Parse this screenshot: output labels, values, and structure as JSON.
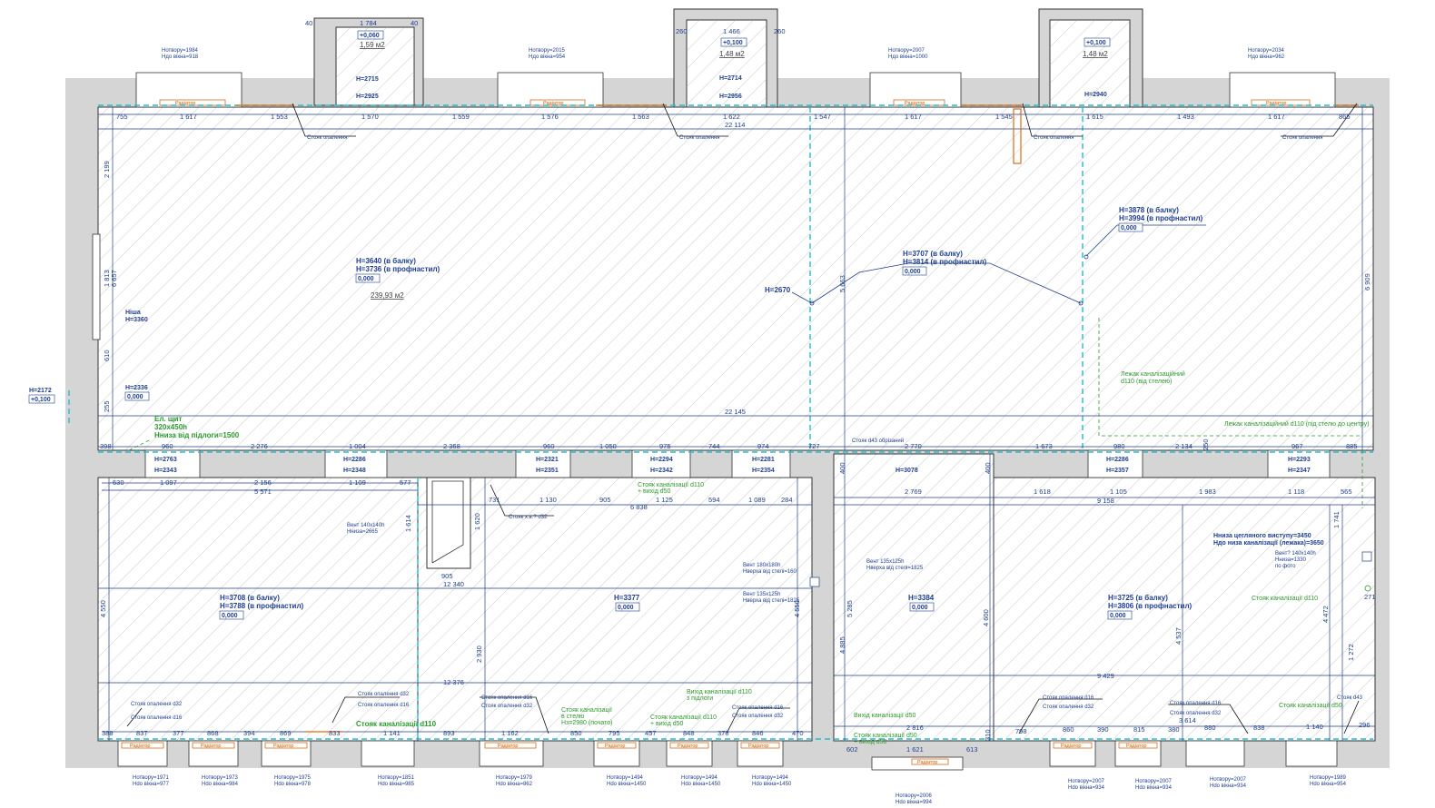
{
  "colors": {
    "wall": "#d4d4d4",
    "hatch": "#9a9a9a",
    "dimension": "#1f3f8f",
    "cyan": "#20c0d0",
    "orange": "#e06a10",
    "green": "#2c9a2c"
  },
  "top_rooms": {
    "room1": {
      "dim": "1 784",
      "side": "40",
      "level": "+0,060",
      "area": "1,59 м2",
      "h1": "H=2715",
      "h2": "H=2925"
    },
    "room2": {
      "dim": "1 466",
      "side": "260",
      "level": "+0,100",
      "area": "1,48 м2",
      "h1": "H=2714",
      "h2": "H=2956"
    },
    "room3": {
      "level": "+0,100",
      "area": "1,48 м2",
      "h1": "H=2940"
    }
  },
  "top_windows": [
    {
      "line1": "Нотвору=1984",
      "line2": "Ндо вікна=918"
    },
    {
      "line1": "Нотвору=2015",
      "line2": "Ндо вікна=954"
    },
    {
      "line1": "Нотвору=2007",
      "line2": "Ндо вікна=1000"
    },
    {
      "line1": "Нотвору=2034",
      "line2": "Ндо вікна=962"
    }
  ],
  "radiator_label": "Радіатор",
  "riser_heating": "Стояк опалення",
  "top_dims": [
    "755",
    "1 617",
    "1 553",
    "1 570",
    "1 559",
    "1 576",
    "1 563",
    "1 622",
    "1 547",
    "1 617",
    "1 545",
    "1 615",
    "1 493",
    "1 617",
    "865"
  ],
  "total_top": "22 114",
  "total_mid": "22 145",
  "left_dims": [
    "2 199",
    "1 813",
    "6 657",
    "610",
    "255"
  ],
  "right_dim": "6 909",
  "niche": {
    "l1": "Ніша",
    "l2": "H=3360"
  },
  "entrance": {
    "h": "H=2172",
    "level": "+0,100"
  },
  "left_h": {
    "h": "H=2336",
    "level": "0,000"
  },
  "main_hall": {
    "h1": "H=3640 (в балку)",
    "h2": "H=3736 (в профнастил)",
    "level": "0,000",
    "area": "239,93 м2"
  },
  "center_h": {
    "h1": "H=3707 (в балку)",
    "h2": "H=3814 (в профнастил)",
    "level": "0,000"
  },
  "right_h": {
    "h1": "H=3878 (в балку)",
    "h2": "H=3994 (в профнастил)",
    "level": "0,000"
  },
  "h2670": "H=2670",
  "dim_5663": "5 663",
  "el_panel": {
    "l1": "Ел. щит",
    "l2": "320х450h",
    "l3": "Hниза від підлоги=1500"
  },
  "sewer_floor": {
    "l1": "Лежак  каналізаційний",
    "l2": "d110 (від стелею)"
  },
  "sewer_floor2": "Лежак каналізаційний d110 (під стелю до центру)",
  "riser_cut": "Стояк d43 обрізаний",
  "mid_dims": [
    "398",
    "960",
    "2 276",
    "1 004",
    "2 368",
    "960",
    "1 050",
    "975",
    "744",
    "974",
    "727",
    "2 770",
    "1 673",
    "980",
    "2 134",
    "250",
    "967",
    "885"
  ],
  "beam_h": [
    "H=2763",
    "H=2343",
    "H=2286",
    "H=2348",
    "H=2321",
    "H=2351",
    "H=2294",
    "H=2342",
    "H=2281",
    "H=2354",
    "H=3078",
    "H=2286",
    "H=2357",
    "H=2293",
    "H=2347"
  ],
  "lower_left": {
    "dims_a": [
      "630",
      "1 097",
      "2 156",
      "1 109",
      "577"
    ],
    "total_a": "5 571",
    "h1": "H=3708 (в балку)",
    "h2": "H=3788 (в профнастил)",
    "level": "0,000",
    "left_dim": "4 550",
    "total_b": "12 376",
    "dim_1614": "1 614",
    "vent": {
      "l1": "Вент 140х140h",
      "l2": "Hниза=2665"
    }
  },
  "lower_mid": {
    "dims": [
      "731",
      "1 130",
      "905",
      "1 125",
      "594",
      "1 089",
      "284"
    ],
    "total": "6 838",
    "d1620": "1 620",
    "riser_x": "Стояк х.в.? d32",
    "sewer_r": {
      "l1": "Стояк каналізації d110",
      "l2": "+ вихід d50"
    },
    "d905": "905",
    "d12340": "12 340",
    "h": "H=3377",
    "level": "0,000",
    "d2930": "2 930",
    "d4550": "4 550",
    "vent1": {
      "l1": "Вент 180х180h",
      "l2": "Hверха від стелі=160"
    },
    "vent2": {
      "l1": "Вент 135х125h",
      "l2": "Hверха від стелі=1825"
    }
  },
  "lower_right_a": {
    "d400": "400",
    "d2769": "2 769",
    "h": "H=3384",
    "level": "0,000",
    "d5285": "5 285",
    "d4885": "4 885",
    "d4600": "4 600",
    "vent": {
      "l1": "Вент 135х125h",
      "l2": "Hверха від стелі=1825"
    }
  },
  "lower_right_b": {
    "dims": [
      "1 618",
      "1 105",
      "1 983",
      "1 118",
      "565"
    ],
    "total": "9 158",
    "h1": "H=3725 (в балку)",
    "h2": "H=3806 (в профнастил)",
    "level": "0,000",
    "d1741": "1 741",
    "d4537": "4 537",
    "d4472": "4 472",
    "d1272": "1 272",
    "d9429": "9 429",
    "d271": "271",
    "ledge": {
      "l1": "Hниза цегляного виступу=3450",
      "l2": "Hдо низа каналізації (лежака)=3650"
    },
    "vent": {
      "l1": "Вент? 140х140h",
      "l2": "Hниза=1330",
      "l3": "по фото"
    },
    "sewer": "Стояк каналізації d110"
  },
  "bottom_labels": {
    "riser_d32": "Стояк опалення d32",
    "riser_d16": "Стояк опалення d16",
    "sewer_d110": "Стояк каналізації d110",
    "sewer_floor": {
      "l1": "Стояк каналізації",
      "l2": "в стелю",
      "l3": "Hз=2980 (почато)"
    },
    "exit_a": {
      "l1": "Вихід каналізації d110",
      "l2": "з підлоги"
    },
    "exit_b": {
      "l1": "Стояк каналізації d110",
      "l2": "+ вихід d50"
    },
    "exit_c": "Вихід каналізації d50",
    "exit_d": {
      "l1": "Стояк каналізації d50",
      "l2": "+ вихід d50"
    },
    "riser_d43": "Стояк d43",
    "sewer_d50": "Стояк каналізації d50"
  },
  "bottom_dims": [
    "388",
    "837",
    "377",
    "868",
    "394",
    "869",
    "833",
    "1 141",
    "893",
    "1 162",
    "850",
    "795",
    "457",
    "848",
    "370",
    "846",
    "470",
    "602",
    "1 621",
    "613",
    "2 816",
    "310",
    "798",
    "860",
    "390",
    "815",
    "380",
    "880",
    "838",
    "1 140",
    "296",
    "3 614"
  ],
  "bottom_windows": [
    {
      "line1": "Нотвору=1971",
      "line2": "Нdo вікна=977"
    },
    {
      "line1": "Нотвору=1973",
      "line2": "Нdo вікна=984"
    },
    {
      "line1": "Нотвору=1975",
      "line2": "Нdo вікна=978"
    },
    {
      "line1": "Нотвору=1851",
      "line2": "Нdo вікна=985"
    },
    {
      "line1": "Нотвору=1979",
      "line2": "Нdo вікна=862"
    },
    {
      "line1": "Нотвору=1494",
      "line2": "Нdo вікна=1450"
    },
    {
      "line1": "Нотвору=1494",
      "line2": "Нdo вікна=1450"
    },
    {
      "line1": "Нотвору=1494",
      "line2": "Нdo вікна=1450"
    },
    {
      "line1": "Нотвору=2006",
      "line2": "Нdo вікна=994"
    },
    {
      "line1": "Нотвору=2007",
      "line2": "Нdo вікна=934"
    },
    {
      "line1": "Нотвору=2007",
      "line2": "Нdo вікна=934"
    },
    {
      "line1": "Нотвору=2007",
      "line2": "Нdo вікна=934"
    },
    {
      "line1": "Нотвору=1989",
      "line2": "Нdo вікна=954"
    }
  ]
}
